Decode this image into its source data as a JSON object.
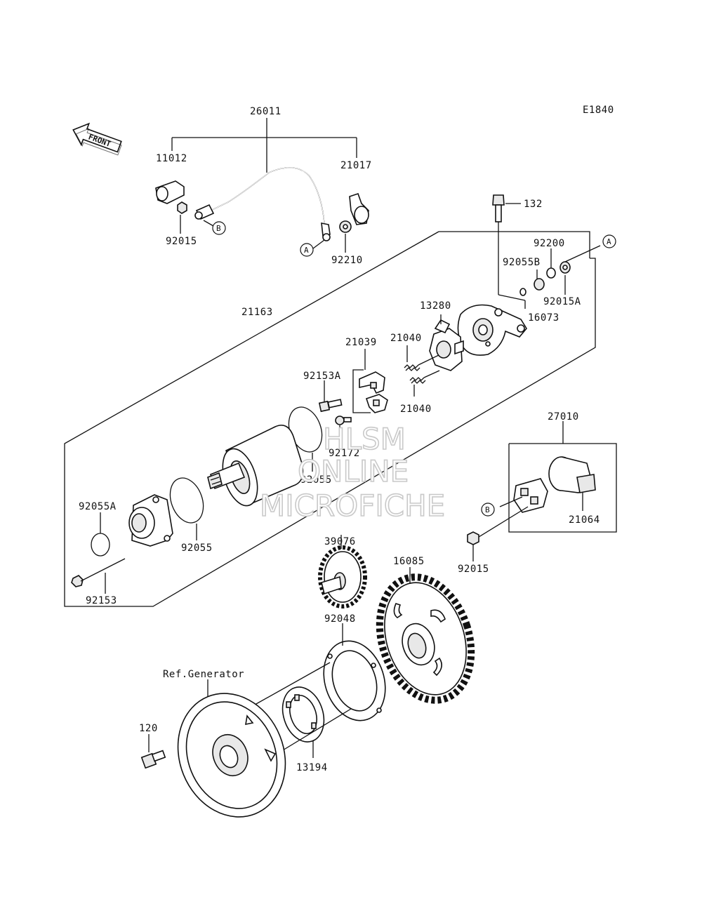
{
  "diagram_code": "E1840",
  "front_label": "FRONT",
  "reference": "Ref.Generator",
  "callouts": {
    "A": "A",
    "B": "B"
  },
  "watermark": [
    "HLSM",
    "ONLINE",
    "MICROFICHE"
  ],
  "parts": {
    "p26011": "26011",
    "p11012": "11012",
    "p21017": "21017",
    "p92015_top": "92015",
    "p92210": "92210",
    "p132": "132",
    "p92200": "92200",
    "p92055B": "92055B",
    "p92015A": "92015A",
    "p16073": "16073",
    "p21163": "21163",
    "p13280": "13280",
    "p21040_a": "21040",
    "p21039": "21039",
    "p92153A": "92153A",
    "p21040_b": "21040",
    "p92172": "92172",
    "p92055_mid": "92055",
    "p27010": "27010",
    "p92055A": "92055A",
    "p92055_low": "92055",
    "p21064": "21064",
    "p92015_low": "92015",
    "p39076": "39076",
    "p16085": "16085",
    "p92153": "92153",
    "p92048": "92048",
    "p120": "120",
    "p13194": "13194"
  }
}
